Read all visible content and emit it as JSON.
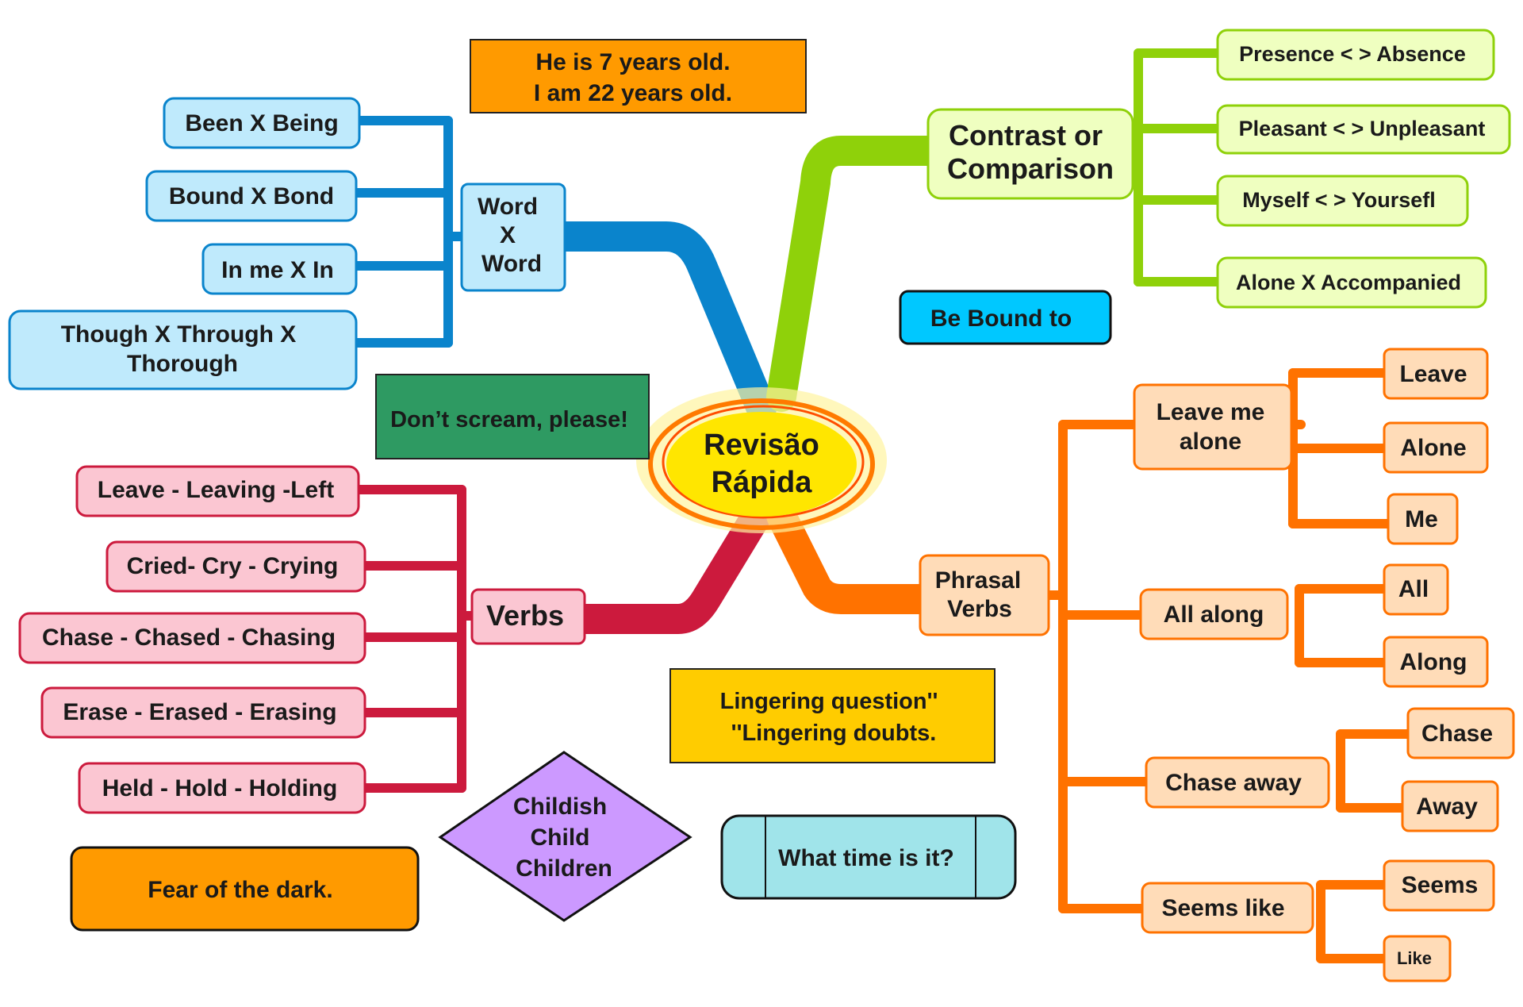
{
  "center": {
    "line1": "Revisão",
    "line2": "Rápida"
  },
  "word_x_word": {
    "label": [
      "Word",
      "X",
      "Word"
    ],
    "items": [
      "Been X Being",
      "Bound X Bond",
      "In me X In",
      [
        "Though X Through X",
        "Thorough"
      ]
    ]
  },
  "contrast": {
    "label": [
      "Contrast or",
      "Comparison"
    ],
    "items": [
      "Presence < > Absence",
      "Pleasant < > Unpleasant",
      "Myself < > Yoursefl",
      "Alone X Accompanied"
    ]
  },
  "verbs": {
    "label": "Verbs",
    "items": [
      "Leave - Leaving -Left",
      "Cried- Cry - Crying",
      "Chase - Chased - Chasing",
      "Erase - Erased - Erasing",
      "Held - Hold - Holding"
    ]
  },
  "phrasal": {
    "label": [
      "Phrasal",
      "Verbs"
    ],
    "groups": [
      {
        "label": [
          "Leave me",
          "alone"
        ],
        "parts": [
          "Leave",
          "Alone",
          "Me"
        ]
      },
      {
        "label": [
          "All along"
        ],
        "parts": [
          "All",
          "Along"
        ]
      },
      {
        "label": [
          "Chase away"
        ],
        "parts": [
          "Chase",
          "Away"
        ]
      },
      {
        "label": [
          "Seems like"
        ],
        "parts": [
          "Seems",
          "Like"
        ]
      }
    ]
  },
  "floating": {
    "age": [
      "He is 7 years old.",
      "I am 22 years old."
    ],
    "be_bound": "Be Bound to",
    "dont_scream": "Don’t scream, please!",
    "lingering": [
      "Lingering question''",
      "''Lingering doubts."
    ],
    "childish": [
      "Childish",
      "Child",
      "Children"
    ],
    "what_time": "What time is it?",
    "fear": "Fear of the dark."
  },
  "colors": {
    "blue_branch": "#0a84cc",
    "blue_fill": "#bfeafc",
    "green_branch": "#8fd10a",
    "green_fill": "#efffc0",
    "red_branch": "#cc1a3d",
    "red_fill": "#fbc6d2",
    "orange_branch": "#ff7200",
    "orange_fill": "#ffdcb8",
    "center_fill": "#ffe600",
    "age_box": "#ff9a00",
    "be_bound_box": "#00c8ff",
    "dont_scream_box": "#2e9a62",
    "lingering_box": "#ffcc00",
    "childish_box": "#cc99ff",
    "what_time_box": "#a0e4ea",
    "fear_box": "#ff9a00"
  }
}
